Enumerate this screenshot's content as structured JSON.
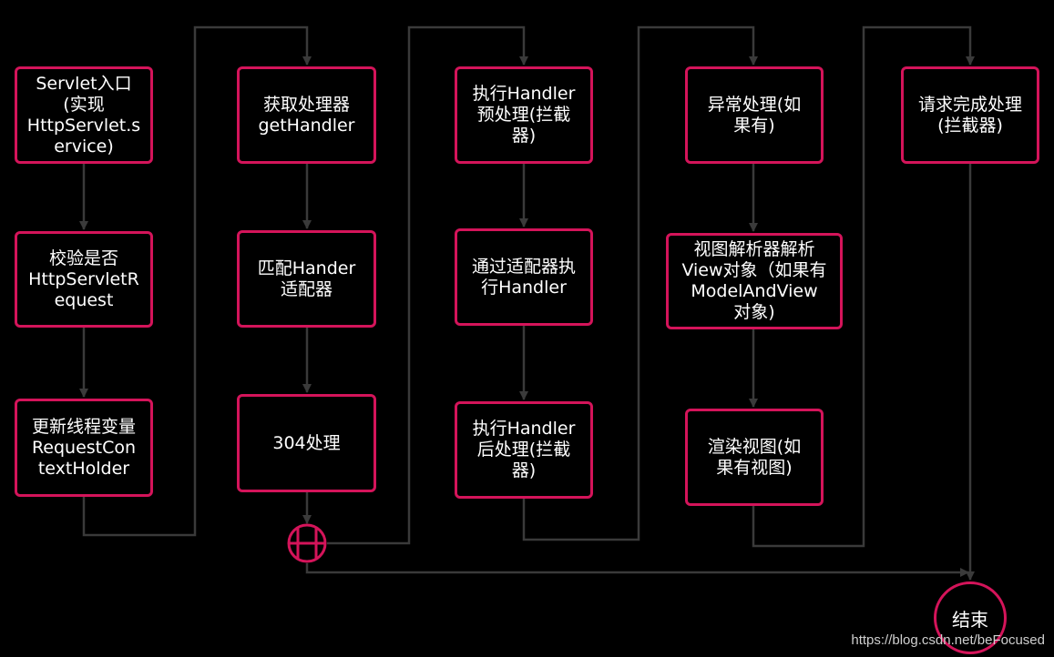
{
  "colors": {
    "background": "#000000",
    "node_border": "#d4145a",
    "connector": "#3a3a3a",
    "text": "#ffffff"
  },
  "nodes": {
    "servlet_entry": "Servlet入口\n(实现\nHttpServlet.s\nervice)",
    "check_multipart": "校验是否\nHttpServletR\nequest",
    "update_thread_vars": "更新线程变量\nRequestCon\ntextHolder",
    "get_handler": "获取处理器\ngetHandler",
    "match_adapter": "匹配Hander\n适配器",
    "handle_304": "304处理",
    "pre_handle": "执行Handler\n预处理(拦截\n器)",
    "invoke_handler": "通过适配器执\n行Handler",
    "post_handle": "执行Handler\n后处理(拦截\n器)",
    "exception_handling": "异常处理(如\n果有)",
    "view_resolver": "视图解析器解析\nView对象（如果有\nModelAndView\n对象)",
    "render_view": "渲染视图(如\n果有视图)",
    "request_complete": "请求完成处理\n(拦截器)",
    "end": "结束"
  },
  "junction_icon": "crossed-circle-icon",
  "watermark": "https://blog.csdn.net/beFocused"
}
